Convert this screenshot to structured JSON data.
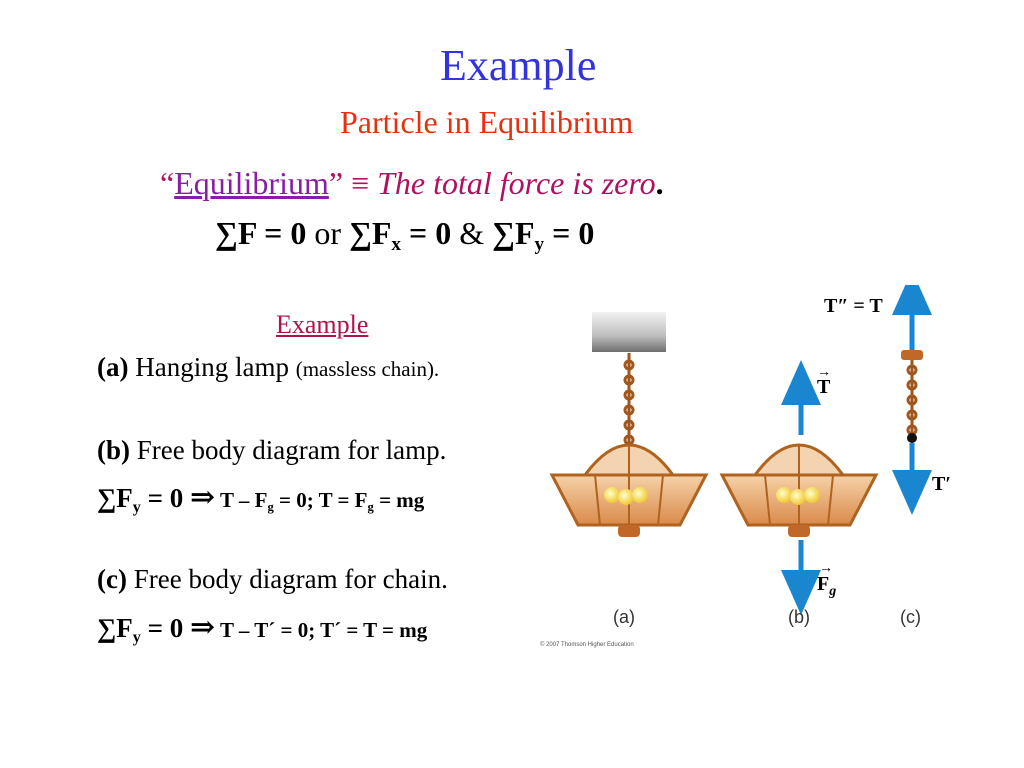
{
  "title": "Example",
  "subtitle": "Particle in Equilibrium",
  "definition": {
    "open_quote": "“",
    "word": "Equilibrium",
    "close_quote": "”",
    "equiv": "≡",
    "phrase": "The total force is zero",
    "period": "."
  },
  "sum_line": {
    "part1": "∑F =  0",
    "or": "or",
    "part2_pre": "∑F",
    "part2_sub": "x",
    "part2_post": " =  0",
    "amp": "&",
    "part3_pre": "∑F",
    "part3_sub": "y",
    "part3_post": " = 0"
  },
  "example_label": "Example",
  "item_a": {
    "letter": "(a)",
    "text": " Hanging lamp ",
    "small": "(massless chain)."
  },
  "item_b": {
    "letter": "(b)",
    "text": " Free body diagram for lamp."
  },
  "formula_b": {
    "sum": "∑F",
    "sub": "y",
    "eq": " = 0 ",
    "arrow": "⇒",
    "tail": " T – F",
    "tail_sub1": "g",
    "tail_mid": " = 0; T = F",
    "tail_sub2": "g",
    "tail_end": " = mg"
  },
  "item_c": {
    "letter": "(c)",
    "text": " Free body diagram for chain."
  },
  "formula_c": {
    "sum": "∑F",
    "sub": "y",
    "eq": " = 0 ",
    "arrow": "⇒",
    "tail": " T – T´ = 0; T´ = T = mg"
  },
  "figure": {
    "label_a": "(a)",
    "label_b": "(b)",
    "label_c": "(c)",
    "vec_T": "T",
    "vec_Fg": "F",
    "vec_Fg_sub": "g",
    "vec_Tpp_eq": "T″ = T",
    "vec_Tp": "T′",
    "copyright": "© 2007 Thomson Higher Education"
  }
}
